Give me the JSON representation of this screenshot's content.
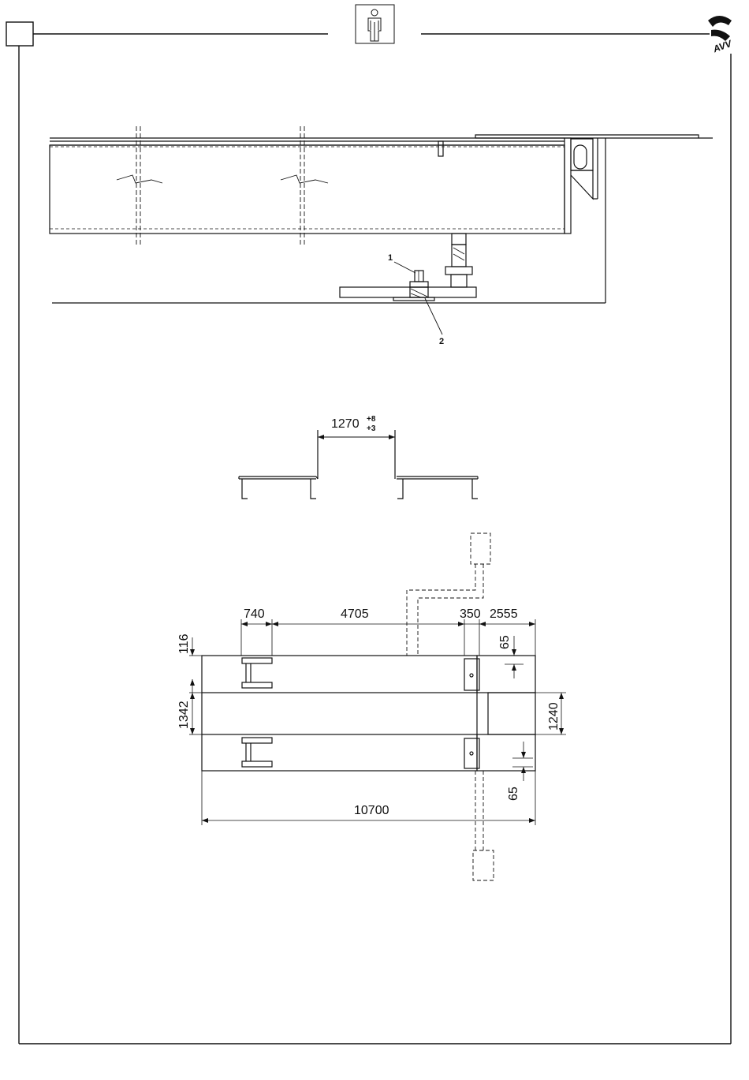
{
  "icons": {
    "operator": "operator-icon",
    "brand": "brand-logo-icon"
  },
  "callouts": {
    "c1": "1",
    "c2": "2"
  },
  "section": {
    "dim": "1270",
    "tol_plus": "+8",
    "tol_minus": "+3"
  },
  "plan": {
    "d740": "740",
    "d4705": "4705",
    "d350": "350",
    "d2555": "2555",
    "d116": "116",
    "d1342": "1342",
    "d65_top": "65",
    "d1240": "1240",
    "d65_bottom": "65",
    "d10700": "10700"
  },
  "colors": {
    "ink": "#111111",
    "paper": "#ffffff"
  }
}
